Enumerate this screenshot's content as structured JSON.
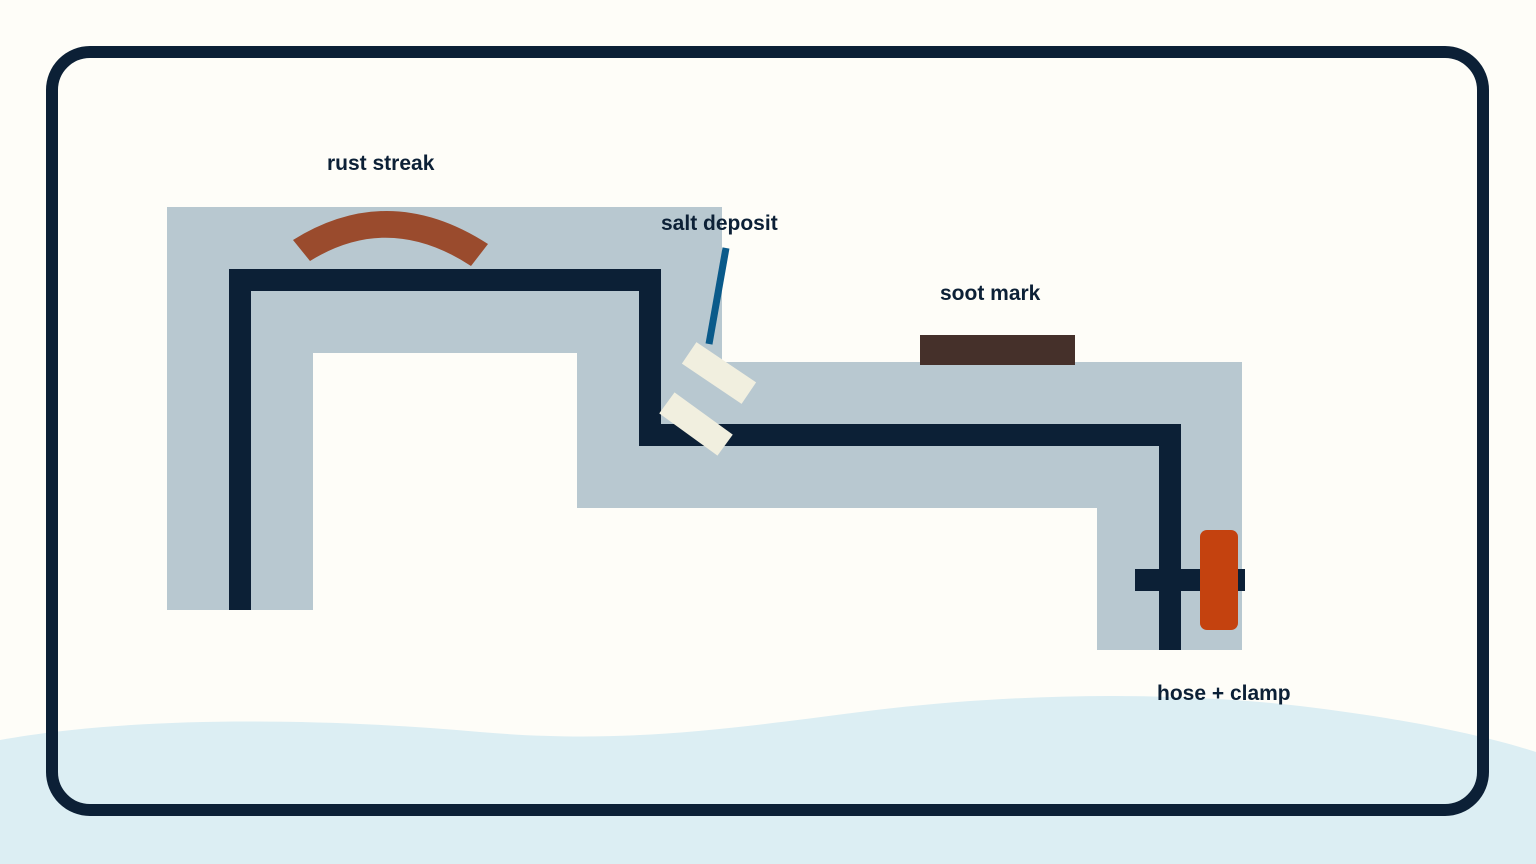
{
  "labels": {
    "rust": "rust streak",
    "salt": "salt deposit",
    "soot": "soot mark",
    "hose": "hose + clamp"
  },
  "colors": {
    "background": "#fefdf8",
    "water": "#dceef3",
    "frame": "#0c2036",
    "pipe_halo": "#b8c8d0",
    "pipe": "#0c2036",
    "rust": "#9a4b2d",
    "salt": "#f1efdf",
    "salt_pointer": "#0a5a8a",
    "soot": "#45302a",
    "clamp": "#c4420f"
  },
  "icons": [
    "rust-streak-icon",
    "salt-deposit-icon",
    "soot-mark-icon",
    "hose-clamp-icon"
  ]
}
